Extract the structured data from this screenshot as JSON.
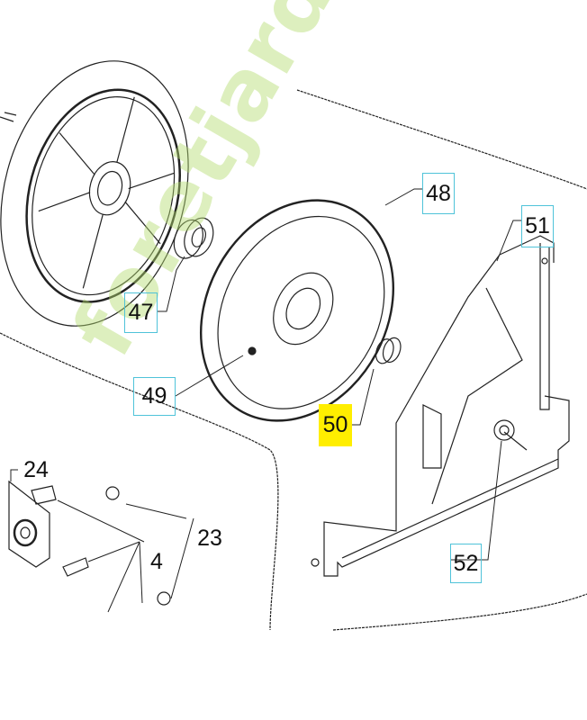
{
  "diagram": {
    "callouts": [
      {
        "id": "47",
        "label": "47",
        "boxed": true,
        "highlight": false
      },
      {
        "id": "48",
        "label": "48",
        "boxed": true,
        "highlight": false
      },
      {
        "id": "49",
        "label": "49",
        "boxed": true,
        "highlight": false
      },
      {
        "id": "50",
        "label": "50",
        "boxed": false,
        "highlight": true
      },
      {
        "id": "51",
        "label": "51",
        "boxed": true,
        "highlight": false
      },
      {
        "id": "52",
        "label": "52",
        "boxed": true,
        "highlight": false
      },
      {
        "id": "24",
        "label": "24",
        "boxed": false,
        "highlight": false
      },
      {
        "id": "23",
        "label": "23",
        "boxed": false,
        "highlight": false
      },
      {
        "id": "4",
        "label": "4",
        "boxed": false,
        "highlight": false
      }
    ],
    "highlight_color": "#ffee00",
    "box_color": "#4fc3d9"
  },
  "watermark": {
    "text": "foretjardin.com"
  }
}
